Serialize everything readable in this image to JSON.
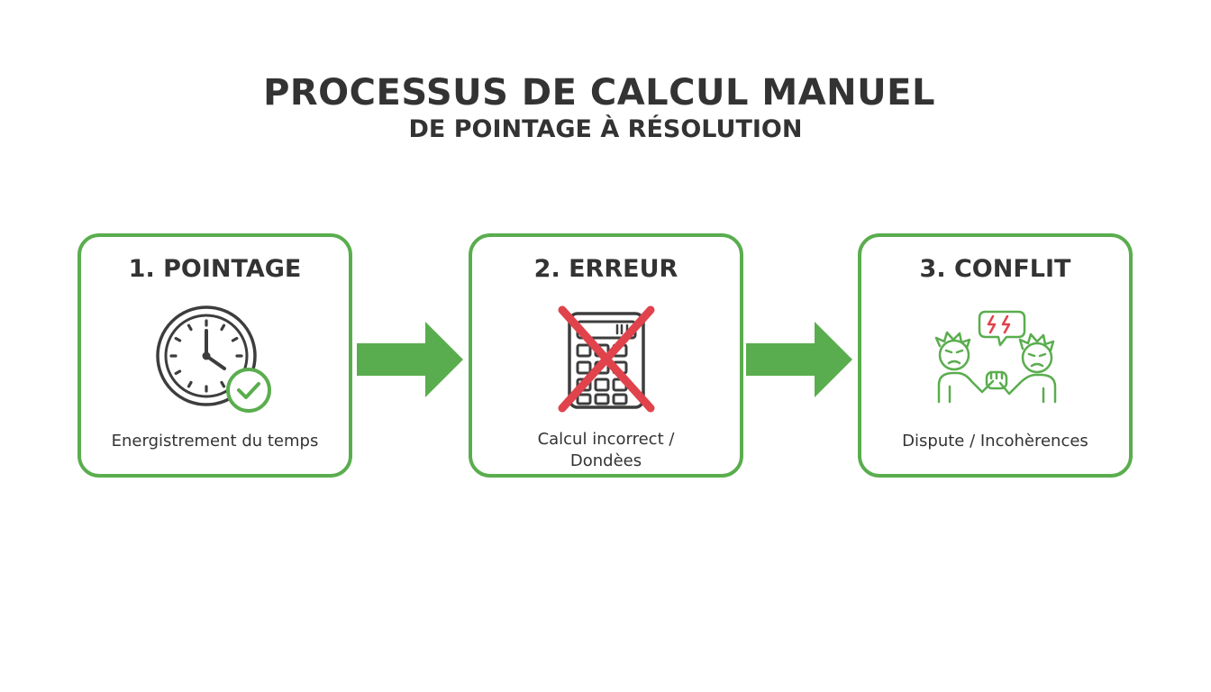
{
  "header": {
    "title": "PROCESSUS DE CALCUL MANUEL",
    "subtitle": "DE POINTAGE À RÉSOLUTION"
  },
  "steps": [
    {
      "title": "1. POINTAGE",
      "caption": "Energistrement du temps",
      "icon": "clock-check-icon"
    },
    {
      "title": "2. ERREUR",
      "caption_line1": "Calcul incorrect /",
      "caption_line2": "Dondèes",
      "icon": "crossed-calculator-icon"
    },
    {
      "title": "3. CONFLIT",
      "caption": "Dispute / Incohèrences",
      "icon": "arguing-people-icon"
    }
  ],
  "colors": {
    "accent": "#5aad4e",
    "error": "#e0434b",
    "text": "#333333",
    "icon": "#3d3d3d"
  }
}
